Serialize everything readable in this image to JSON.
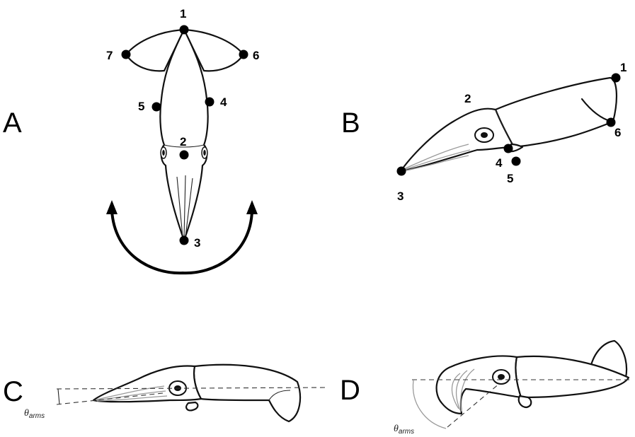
{
  "panels": {
    "A": "A",
    "B": "B",
    "C": "C",
    "D": "D"
  },
  "panel_a_points": [
    "1",
    "2",
    "3",
    "4",
    "5",
    "6",
    "7"
  ],
  "panel_b_points": [
    "1",
    "2",
    "3",
    "4",
    "5",
    "6"
  ],
  "angle_label": {
    "symbol": "θ",
    "subscript": "arms"
  }
}
